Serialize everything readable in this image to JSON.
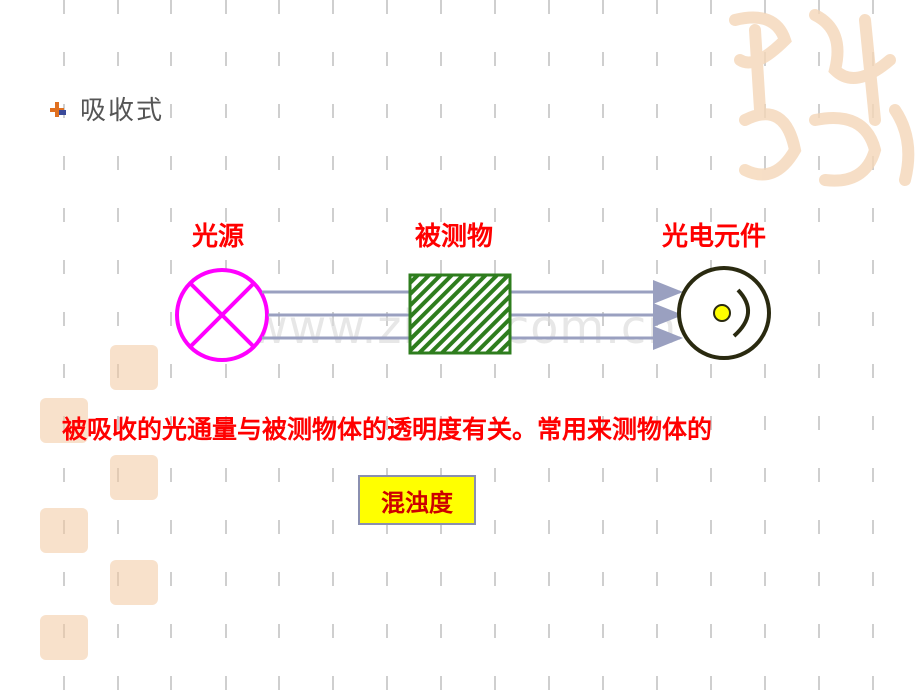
{
  "heading": {
    "title": "吸收式"
  },
  "diagram": {
    "source_label": "光源",
    "object_label": "被测物",
    "detector_label": "光电元件"
  },
  "description": "被吸收的光通量与被测物体的透明度有关。常用来测物体的",
  "highlight": "混浊度",
  "watermark": "www.zixin.com.cn",
  "colors": {
    "label_red": "#ff0000",
    "lamp_magenta": "#ff00ff",
    "object_green": "#2e7d1e",
    "beam_gray": "#9aa0c0",
    "highlight_yellow": "#ffff00"
  }
}
